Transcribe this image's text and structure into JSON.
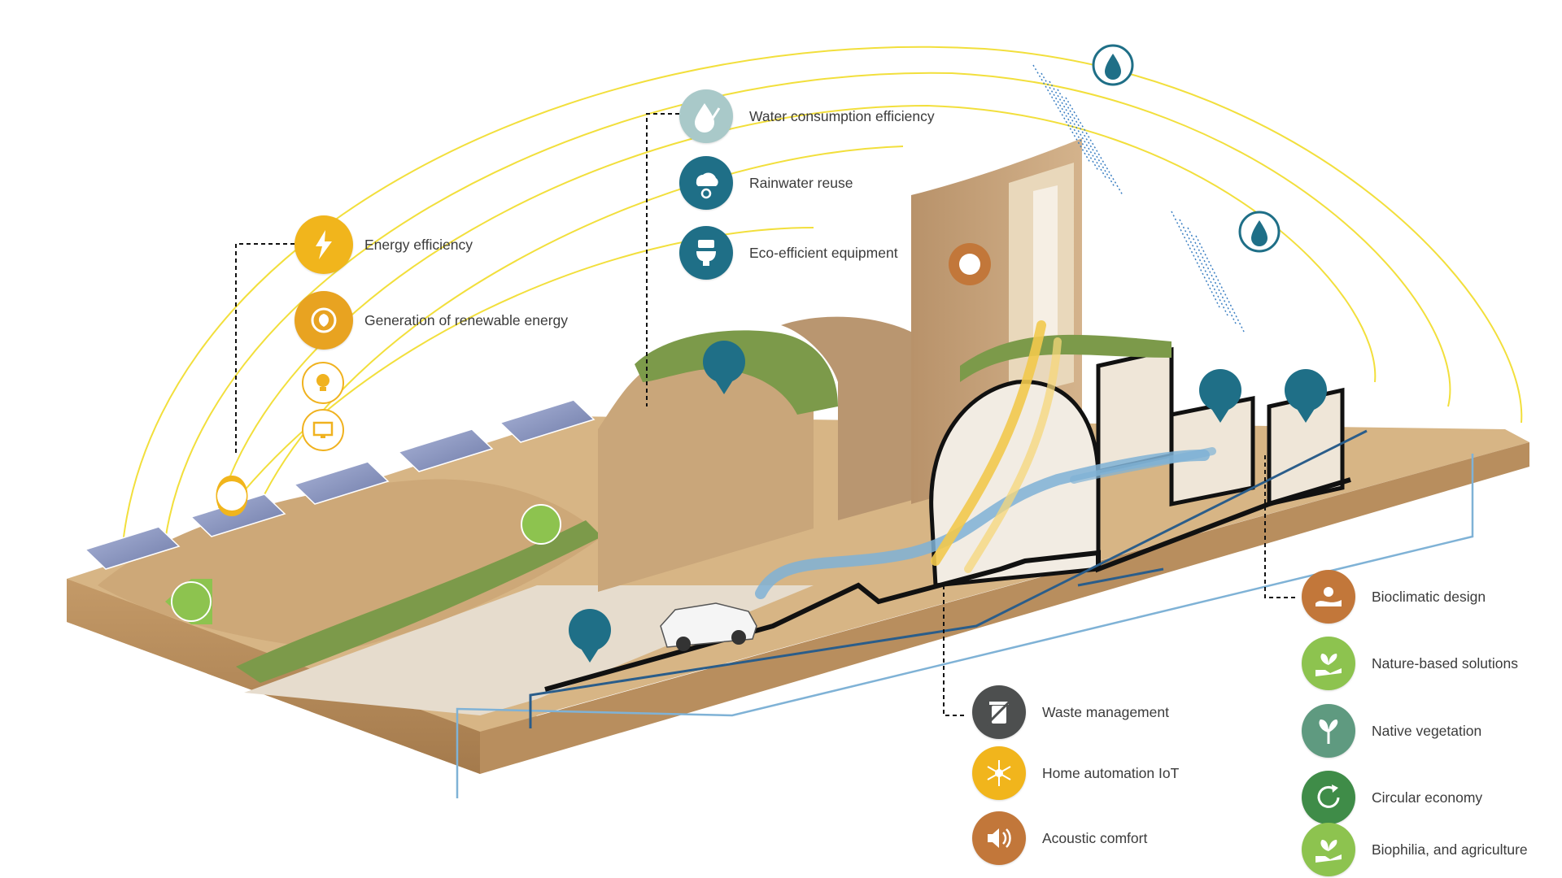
{
  "legend": {
    "water": [
      {
        "id": "water-consumption",
        "label": "Water consumption efficiency",
        "icon": "water-drop-check-icon",
        "color": "#a9c9c9"
      },
      {
        "id": "rainwater",
        "label": "Rainwater reuse",
        "icon": "rain-cloud-recycle-icon",
        "color": "#1f6f87"
      },
      {
        "id": "eco-equipment",
        "label": "Eco-efficient equipment",
        "icon": "toilet-icon",
        "color": "#1f6f87"
      }
    ],
    "energy": [
      {
        "id": "energy-efficiency",
        "label": "Energy efficiency",
        "icon": "lightning-icon",
        "color": "#f1b51c"
      },
      {
        "id": "renewable",
        "label": "Generation of renewable energy",
        "icon": "leaf-plug-icon",
        "color": "#e8a321"
      }
    ],
    "building": [
      {
        "id": "waste",
        "label": "Waste management",
        "icon": "trash-bin-icon",
        "color": "#4d4f4f"
      },
      {
        "id": "iot",
        "label": "Home automation IoT",
        "icon": "network-hub-icon",
        "color": "#f1b51c"
      },
      {
        "id": "acoustic",
        "label": "Acoustic comfort",
        "icon": "speaker-icon",
        "color": "#c2773a"
      }
    ],
    "nature": [
      {
        "id": "bioclimatic",
        "label": "Bioclimatic design",
        "icon": "bioclimatic-landscape-icon",
        "color": "#c2773a"
      },
      {
        "id": "nature-based",
        "label": "Nature-based solutions",
        "icon": "sprout-hand-icon",
        "color": "#8dc34f"
      },
      {
        "id": "native-veg",
        "label": "Native vegetation",
        "icon": "plant-icon",
        "color": "#5f9a80"
      },
      {
        "id": "circular",
        "label": "Circular economy",
        "icon": "circular-arrows-icon",
        "color": "#3f8c48"
      },
      {
        "id": "biophilia",
        "label": "Biophilia, and agriculture",
        "icon": "sprout-hand-icon",
        "color": "#8dc34f"
      }
    ]
  },
  "small_icons": [
    {
      "id": "lightbulb",
      "icon": "lightbulb-icon",
      "color": "#f0b21f"
    },
    {
      "id": "monitor",
      "icon": "monitor-icon",
      "color": "#f0b21f"
    }
  ],
  "colors": {
    "ground": "#d7b585",
    "ground_side": "#b48c5c",
    "wall": "#c9a67a",
    "wall_dark": "#a9835a",
    "arc": "#f2df3c",
    "water_arrow": "#7fb2d6",
    "dark_arrow": "#2a5d8a",
    "greenery": "#7c9a4a",
    "solar": "#8f9bc2",
    "pin_teal": "#1f6f87",
    "pin_orange": "#f1b51c",
    "pin_green": "#8dc34f"
  }
}
